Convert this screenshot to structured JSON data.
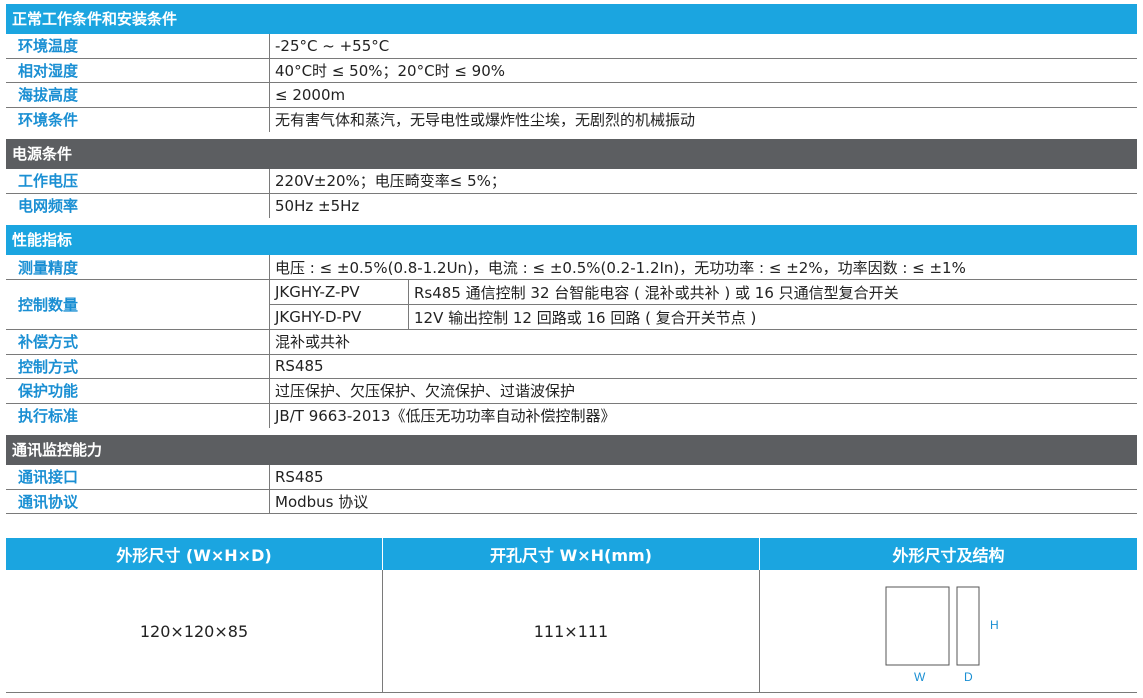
{
  "sections": {
    "env": {
      "title": "正常工作条件和安装条件",
      "rows": [
        {
          "label": "环境温度",
          "value": "-25°C ~ +55°C"
        },
        {
          "label": "相对湿度",
          "value": "40°C时 ≤ 50%；20°C时 ≤ 90%"
        },
        {
          "label": "海拔高度",
          "value": "≤ 2000m"
        },
        {
          "label": "环境条件",
          "value": "无有害气体和蒸汽，无导电性或爆炸性尘埃，无剧烈的机械振动"
        }
      ]
    },
    "power": {
      "title": "电源条件",
      "rows": [
        {
          "label": "工作电压",
          "value": "220V±20%；电压畸变率≤ 5%；"
        },
        {
          "label": "电网频率",
          "value": "50Hz ±5Hz"
        }
      ]
    },
    "perf": {
      "title": "性能指标",
      "accuracy": {
        "label": "测量精度",
        "value": "电压 : ≤ ±0.5%(0.8-1.2Un)，电流 : ≤ ±0.5%(0.2-1.2In)，无功功率 : ≤ ±2%，功率因数 : ≤ ±1%"
      },
      "control_qty": {
        "label": "控制数量",
        "models": [
          {
            "model": "JKGHY-Z-PV",
            "desc": "Rs485 通信控制 32 台智能电容 ( 混补或共补 ) 或 16 只通信型复合开关"
          },
          {
            "model": "JKGHY-D-PV",
            "desc": "12V 输出控制 12 回路或 16 回路 ( 复合开关节点 )"
          }
        ]
      },
      "rows": [
        {
          "label": "补偿方式",
          "value": "混补或共补"
        },
        {
          "label": "控制方式",
          "value": "RS485"
        },
        {
          "label": "保护功能",
          "value": "过压保护、欠压保护、欠流保护、过谐波保护"
        },
        {
          "label": "执行标准",
          "value": "JB/T 9663-2013《低压无功功率自动补偿控制器》"
        }
      ]
    },
    "comm": {
      "title": "通讯监控能力",
      "rows": [
        {
          "label": "通讯接口",
          "value": "RS485"
        },
        {
          "label": "通讯协议",
          "value": "Modbus 协议"
        }
      ]
    }
  },
  "dimensions": {
    "headers": [
      "外形尺寸 (W×H×D)",
      "开孔尺寸 W×H(mm)",
      "外形尺寸及结构"
    ],
    "outer": "120×120×85",
    "cutout": "111×111",
    "diagram_labels": {
      "w": "W",
      "h": "H",
      "d": "D"
    }
  },
  "colors": {
    "accent": "#1ba5e0",
    "label": "#1a8fd3",
    "section_gray": "#5c5e61"
  }
}
